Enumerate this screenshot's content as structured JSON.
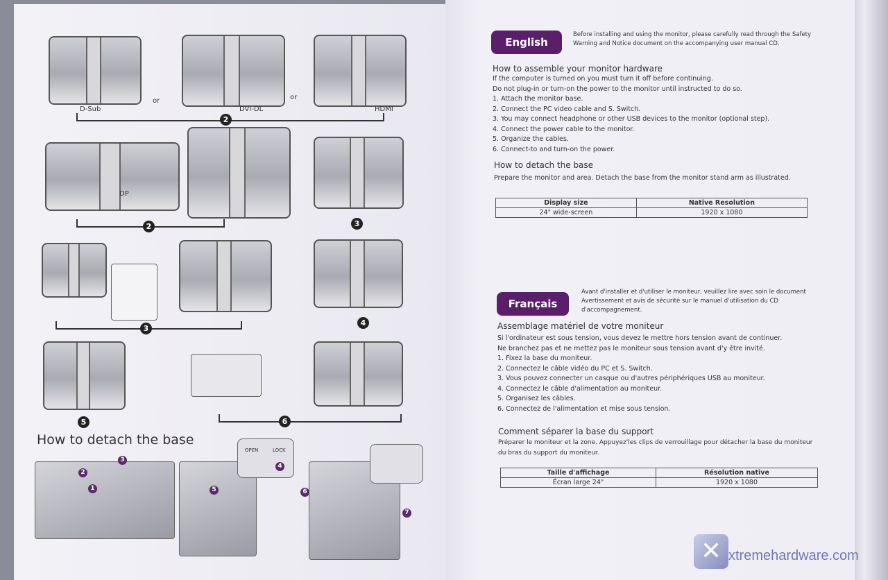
{
  "left": {
    "row1": {
      "labels": [
        "D-Sub",
        "or",
        "DVI-DL",
        "or",
        "HDMI"
      ],
      "step": "2"
    },
    "row2": {
      "label": "DP",
      "step": "2",
      "step_right": "3"
    },
    "row3": {
      "step": "3",
      "step_right": "4"
    },
    "row4": {
      "step_left": "5",
      "step": "6"
    },
    "detach_title": "How to detach the base",
    "detach_steps": [
      "1",
      "2",
      "3",
      "4",
      "5",
      "6",
      "7"
    ],
    "lock_labels": {
      "open": "OPEN",
      "lock": "LOCK"
    }
  },
  "english": {
    "badge": "English",
    "intro": [
      "Before installing and using the monitor, please carefully read through the Safety",
      "Warning and Notice document on the accompanying user manual CD."
    ],
    "assemble_title": "How to assemble your monitor hardware",
    "warnings": [
      "If the computer is turned on you must turn it off before continuing.",
      "Do not plug-in or turn-on the power to the monitor until instructed to do so."
    ],
    "steps": [
      "1. Attach the monitor base.",
      "2. Connect the PC video cable and S. Switch.",
      "3. You may connect headphone or other USB devices to the monitor (optional step).",
      "4. Connect the power cable to the monitor.",
      "5. Organize the cables.",
      "6. Connect-to and turn-on the power."
    ],
    "detach_title": "How to detach the base",
    "detach_text": "Prepare the monitor and area. Detach the base from the monitor stand arm as illustrated.",
    "table": {
      "headers": [
        "Display size",
        "Native Resolution"
      ],
      "row": [
        "24\" wide-screen",
        "1920 x 1080"
      ]
    }
  },
  "french": {
    "badge": "Français",
    "intro": [
      "Avant d'installer et d'utiliser le moniteur, veuillez lire avec soin le document",
      "Avertissement et avis de sécurité sur le manuel d'utilisation du CD",
      "d'accompagnement."
    ],
    "assemble_title": "Assemblage matériel de votre moniteur",
    "warnings": [
      "Si l'ordinateur est sous tension, vous devez le mettre hors tension avant de continuer.",
      "Ne branchez pas et ne mettez pas le moniteur sous tension avant d'y être invité."
    ],
    "steps": [
      "1. Fixez la base du moniteur.",
      "2. Connectez le câble vidéo du PC et S. Switch.",
      "3. Vous pouvez connecter un casque ou d'autres périphériques USB au moniteur.",
      "4. Connectez le câble d'alimentation au moniteur.",
      "5. Organisez les câbles.",
      "6. Connectez de l'alimentation et mise sous tension."
    ],
    "detach_title": "Comment séparer la base du support",
    "detach_text": [
      "Préparer le moniteur et la zone. Appuyez'les clips de verrouillage pour détacher la base du moniteur",
      "du bras du support du moniteur."
    ],
    "table": {
      "headers": [
        "Taille d'affichage",
        "Résolution native"
      ],
      "row": [
        "Écran large 24\"",
        "1920 x 1080"
      ]
    }
  },
  "watermark": "xtremehardware.com"
}
